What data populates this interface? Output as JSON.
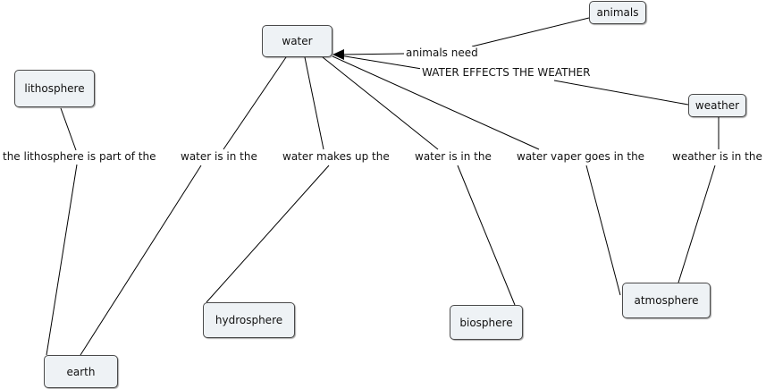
{
  "concepts": {
    "water": "water",
    "animals": "animals",
    "lithosphere": "lithosphere",
    "weather": "weather",
    "hydrosphere": "hydrosphere",
    "biosphere": "biosphere",
    "atmosphere": "atmosphere",
    "earth": "earth"
  },
  "links": {
    "animals_need": "animals need",
    "water_effects_weather": "WATER EFFECTS THE WEATHER",
    "lithosphere_part_of": "the lithosphere is part of the",
    "water_in_earth": "water is in the",
    "water_makes_up": "water makes up the",
    "water_in_biosphere": "water is in the",
    "water_vaper": "water vaper goes in the",
    "weather_in": "weather is in the"
  }
}
